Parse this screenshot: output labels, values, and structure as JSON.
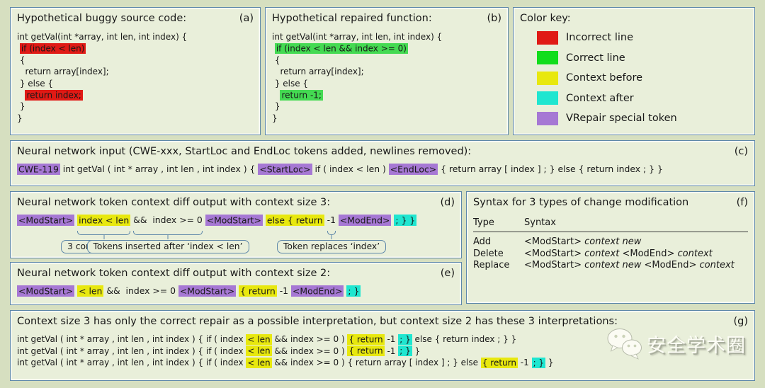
{
  "colors": {
    "page_bg": "#d6dfc0",
    "panel_bg": "#e9efda",
    "panel_border": "#5d87a9",
    "incorrect": "#e01a15",
    "correct": "#12dd1c",
    "context_before": "#e8e80e",
    "context_after": "#1fe6d0",
    "special_token": "#a678d4"
  },
  "panel_a": {
    "title": "Hypothetical buggy source code:",
    "tag": "(a)",
    "code": [
      [
        {
          "t": "int getVal(int *array, int len, int index) {"
        }
      ],
      [
        {
          "t": " "
        },
        {
          "t": "if (index < len)",
          "hl": "red"
        }
      ],
      [
        {
          "t": " {"
        }
      ],
      [
        {
          "t": "   return array[index];"
        }
      ],
      [
        {
          "t": " } else {"
        }
      ],
      [
        {
          "t": "   "
        },
        {
          "t": "return index;",
          "hl": "red"
        }
      ],
      [
        {
          "t": " }"
        }
      ],
      [
        {
          "t": "}"
        }
      ]
    ]
  },
  "panel_b": {
    "title": "Hypothetical repaired function:",
    "tag": "(b)",
    "code": [
      [
        {
          "t": "int getVal(int *array, int len, int index) {"
        }
      ],
      [
        {
          "t": " "
        },
        {
          "t": "if (index < len && index >= 0)",
          "hl": "green"
        }
      ],
      [
        {
          "t": " {"
        }
      ],
      [
        {
          "t": "   return array[index];"
        }
      ],
      [
        {
          "t": " } else {"
        }
      ],
      [
        {
          "t": "   "
        },
        {
          "t": "return -1;",
          "hl": "green"
        }
      ],
      [
        {
          "t": " }"
        }
      ],
      [
        {
          "t": "}"
        }
      ]
    ]
  },
  "color_key": {
    "title": "Color key:",
    "items": [
      {
        "color": "#e01a15",
        "label": "Incorrect line"
      },
      {
        "color": "#12dd1c",
        "label": "Correct line"
      },
      {
        "color": "#e8e80e",
        "label": "Context before"
      },
      {
        "color": "#1fe6d0",
        "label": "Context after"
      },
      {
        "color": "#a678d4",
        "label": "VRepair special token"
      }
    ]
  },
  "panel_c": {
    "title": "Neural network input (CWE-xxx, StartLoc and EndLoc tokens added, newlines removed):",
    "tag": "(c)",
    "tokens": [
      {
        "t": "CWE-119",
        "hl": "purple"
      },
      {
        "t": " int getVal ( int * array , int len , int index ) { "
      },
      {
        "t": "<StartLoc>",
        "hl": "purple"
      },
      {
        "t": " if ( index < len ) "
      },
      {
        "t": "<EndLoc>",
        "hl": "purple"
      },
      {
        "t": " { return array [ index ] ; } else { return index ; } }"
      }
    ]
  },
  "panel_d": {
    "title": "Neural network token context diff output with context size 3:",
    "tag": "(d)",
    "tokens": [
      {
        "t": "<ModStart>",
        "hl": "purple"
      },
      {
        "t": " "
      },
      {
        "t": "index < len",
        "hl": "yellow",
        "a": "d1"
      },
      {
        "t": " "
      },
      {
        "t": "&&  index >= 0",
        "a": "d2"
      },
      {
        "t": " "
      },
      {
        "t": "<ModStart>",
        "hl": "purple"
      },
      {
        "t": " "
      },
      {
        "t": "else { return",
        "hl": "yellow"
      },
      {
        "t": " "
      },
      {
        "t": "-1",
        "a": "d3"
      },
      {
        "t": " "
      },
      {
        "t": "<ModEnd>",
        "hl": "purple"
      },
      {
        "t": " "
      },
      {
        "t": "; } }",
        "hl": "cyan"
      }
    ],
    "callouts": [
      {
        "anchor": "d1",
        "label": "3 context tokens"
      },
      {
        "anchor": "d2",
        "label": "Tokens inserted after ‘index < len’"
      },
      {
        "anchor": "d3",
        "label": "Token replaces ‘index’"
      }
    ]
  },
  "panel_f": {
    "title": "Syntax for 3 types of change modification",
    "tag": "(f)",
    "headers": [
      "Type",
      "Syntax"
    ],
    "rows": [
      {
        "type": "Add",
        "syntax": [
          {
            "t": "<ModStart> "
          },
          {
            "t": "context new",
            "it": true
          }
        ]
      },
      {
        "type": "Delete",
        "syntax": [
          {
            "t": "<ModStart> "
          },
          {
            "t": "context",
            "it": true
          },
          {
            "t": " <ModEnd> "
          },
          {
            "t": "context",
            "it": true
          }
        ]
      },
      {
        "type": "Replace",
        "syntax": [
          {
            "t": "<ModStart> "
          },
          {
            "t": "context new",
            "it": true
          },
          {
            "t": " <ModEnd> "
          },
          {
            "t": "context",
            "it": true
          }
        ]
      }
    ]
  },
  "panel_e": {
    "title": "Neural network token context diff output with context size 2:",
    "tag": "(e)",
    "tokens": [
      {
        "t": "<ModStart>",
        "hl": "purple"
      },
      {
        "t": " "
      },
      {
        "t": "< len",
        "hl": "yellow"
      },
      {
        "t": " "
      },
      {
        "t": "&&  index >= 0"
      },
      {
        "t": " "
      },
      {
        "t": "<ModStart>",
        "hl": "purple"
      },
      {
        "t": " "
      },
      {
        "t": "{ return",
        "hl": "yellow"
      },
      {
        "t": " "
      },
      {
        "t": "-1"
      },
      {
        "t": " "
      },
      {
        "t": "<ModEnd>",
        "hl": "purple"
      },
      {
        "t": " "
      },
      {
        "t": "; }",
        "hl": "cyan"
      }
    ]
  },
  "panel_g": {
    "title": "Context size 3 has only the correct repair as a possible interpretation, but context size 2 has these 3 interpretations:",
    "tag": "(g)",
    "lines": [
      [
        {
          "t": "int getVal ( int * array , int len , int index ) { if ( index "
        },
        {
          "t": "< len",
          "hl": "yellow"
        },
        {
          "t": " && index >= 0 ) "
        },
        {
          "t": "{ return",
          "hl": "yellow"
        },
        {
          "t": " -1 "
        },
        {
          "t": "; }",
          "hl": "cyan"
        },
        {
          "t": " else { return index ; } }"
        }
      ],
      [
        {
          "t": "int getVal ( int * array , int len , int index ) { if ( index "
        },
        {
          "t": "< len",
          "hl": "yellow"
        },
        {
          "t": " && index >= 0 ) "
        },
        {
          "t": "{ return",
          "hl": "yellow"
        },
        {
          "t": " -1 "
        },
        {
          "t": "; }",
          "hl": "cyan"
        },
        {
          "t": " }"
        }
      ],
      [
        {
          "t": "int getVal ( int * array , int len , int index ) { if ( index "
        },
        {
          "t": "< len",
          "hl": "yellow"
        },
        {
          "t": " && index >= 0 ) { return array [ index ] ; } else "
        },
        {
          "t": "{ return",
          "hl": "yellow"
        },
        {
          "t": " -1 "
        },
        {
          "t": "; }",
          "hl": "cyan"
        },
        {
          "t": " }"
        }
      ]
    ]
  },
  "watermark": {
    "text": "安全学术圈"
  }
}
